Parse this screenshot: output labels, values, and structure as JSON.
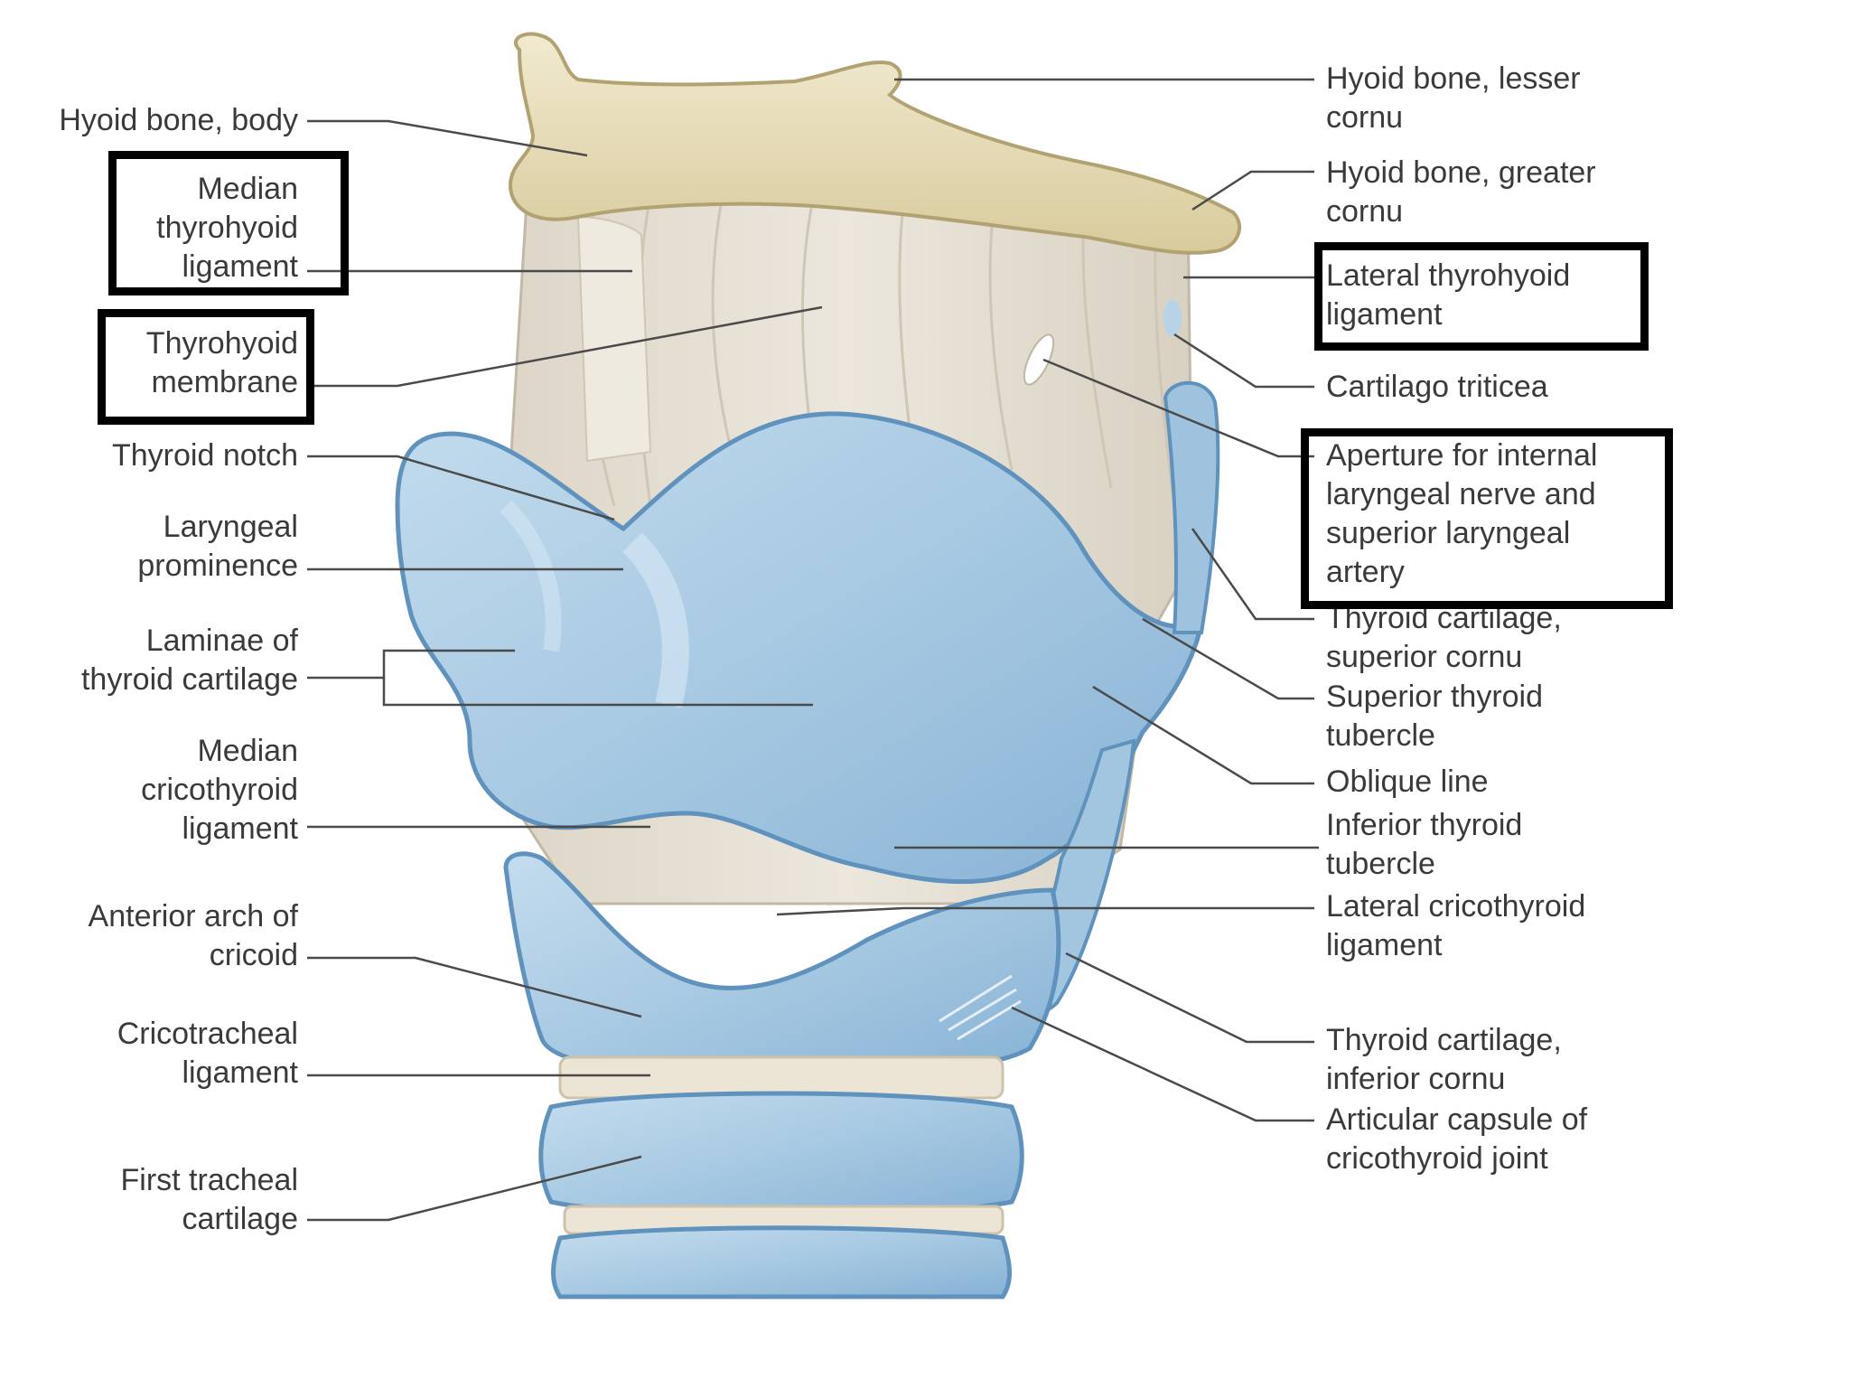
{
  "labels": {
    "left": [
      {
        "id": "hyoid-bone-body",
        "lines": [
          "Hyoid bone, body"
        ]
      },
      {
        "id": "median-thyrohyoid-ligament",
        "lines": [
          "Median",
          "thyrohyoid",
          "ligament"
        ]
      },
      {
        "id": "thyrohyoid-membrane",
        "lines": [
          "Thyrohyoid",
          "membrane"
        ]
      },
      {
        "id": "thyroid-notch",
        "lines": [
          "Thyroid notch"
        ]
      },
      {
        "id": "laryngeal-prominence",
        "lines": [
          "Laryngeal",
          "prominence"
        ]
      },
      {
        "id": "laminae-of-thyroid-cartilage",
        "lines": [
          "Laminae of",
          "thyroid cartilage"
        ]
      },
      {
        "id": "median-cricothyroid-ligament",
        "lines": [
          "Median",
          "cricothyroid",
          "ligament"
        ]
      },
      {
        "id": "anterior-arch-of-cricoid",
        "lines": [
          "Anterior arch of",
          "cricoid"
        ]
      },
      {
        "id": "cricotracheal-ligament",
        "lines": [
          "Cricotracheal",
          "ligament"
        ]
      },
      {
        "id": "first-tracheal-cartilage",
        "lines": [
          "First tracheal",
          "cartilage"
        ]
      }
    ],
    "right": [
      {
        "id": "hyoid-bone-lesser-cornu",
        "lines": [
          "Hyoid bone, lesser",
          "cornu"
        ]
      },
      {
        "id": "hyoid-bone-greater-cornu",
        "lines": [
          "Hyoid bone, greater",
          "cornu"
        ]
      },
      {
        "id": "lateral-thyrohyoid-ligament",
        "lines": [
          "Lateral thyrohyoid",
          "ligament"
        ]
      },
      {
        "id": "cartilago-triticea",
        "lines": [
          "Cartilago triticea"
        ]
      },
      {
        "id": "aperture-internal-laryngeal-nerve",
        "lines": [
          "Aperture for internal",
          "laryngeal nerve and",
          "superior laryngeal",
          "artery"
        ]
      },
      {
        "id": "thyroid-cartilage-superior-cornu",
        "lines": [
          "Thyroid cartilage,",
          "superior cornu"
        ]
      },
      {
        "id": "superior-thyroid-tubercle",
        "lines": [
          "Superior thyroid",
          "tubercle"
        ]
      },
      {
        "id": "oblique-line",
        "lines": [
          "Oblique line"
        ]
      },
      {
        "id": "inferior-thyroid-tubercle",
        "lines": [
          "Inferior thyroid",
          "tubercle"
        ]
      },
      {
        "id": "lateral-cricothyroid-ligament",
        "lines": [
          "Lateral cricothyroid",
          "ligament"
        ]
      },
      {
        "id": "thyroid-cartilage-inferior-cornu",
        "lines": [
          "Thyroid cartilage,",
          "inferior cornu"
        ]
      },
      {
        "id": "articular-capsule-cricothyroid-joint",
        "lines": [
          "Articular capsule of",
          "cricothyroid joint"
        ]
      }
    ]
  },
  "highlighted": [
    "median-thyrohyoid-ligament",
    "thyrohyoid-membrane",
    "lateral-thyrohyoid-ligament",
    "aperture-internal-laryngeal-nerve"
  ],
  "colors": {
    "cartilage": "#a9cbe3",
    "cartilage_dark": "#6f9ec4",
    "cartilage_light": "#d7e8f4",
    "bone": "#e8dfb8",
    "bone_dark": "#b9a978",
    "membrane": "#e3ddd1",
    "membrane_line": "#c9c0b0",
    "leader": "#4a4a4a",
    "text": "#3a3a3a",
    "highlight_box": "#000000"
  }
}
